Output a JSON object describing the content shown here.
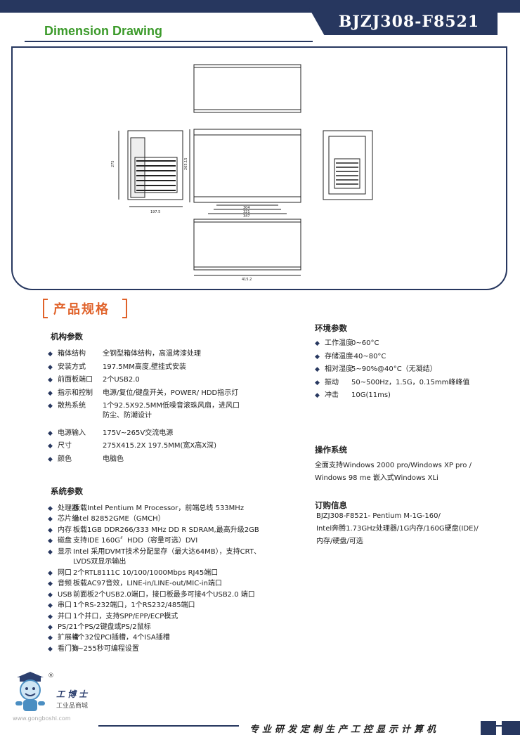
{
  "header": {
    "model": "BJZJ308-F8521",
    "section_title": "Dimension Drawing"
  },
  "drawing": {
    "dims": {
      "height_275": "275",
      "height_265": "265.15",
      "width_197": "197.5",
      "w_304": "304",
      "w_321": "321",
      "w_347": "347",
      "len_415": "415.2"
    }
  },
  "spec": {
    "title": "产品规格",
    "mech": {
      "heading": "机构参数",
      "items": [
        {
          "k": "箱体结构",
          "v": "全钢型箱体结构，高温烤漆处理"
        },
        {
          "k": "安装方式",
          "v": "197.5MM高度,壁挂式安装"
        },
        {
          "k": "前面板端口",
          "v": "2个USB2.0"
        },
        {
          "k": "指示和控制",
          "v": "电源/复位/键盘开关，POWER/ HDD指示灯"
        },
        {
          "k": "散热系统",
          "v": "1个92.5X92.5MM低噪音滚珠风扇，进风口",
          "v2": "防尘、防潮设计"
        },
        {
          "k": "电源输入",
          "v": "175V~265V交流电源"
        },
        {
          "k": "尺寸",
          "v": "275X415.2X 197.5MM(宽X高X深)"
        },
        {
          "k": "颜色",
          "v": "电脑色"
        }
      ]
    },
    "sys": {
      "heading": "系统参数",
      "items": [
        {
          "k": "处理器",
          "v": "板载Intel Pentium M Processor，前端总线 533MHz"
        },
        {
          "k": "芯片组",
          "v": "Intel 82852GME（GMCH）"
        },
        {
          "k": "内存",
          "v": "板载1GB DDR266/333 MHz DD R SDRAM,最高升级2GB"
        },
        {
          "k": "磁盘",
          "v": "支持IDE 160G〞HDD（容量可选）DVI"
        },
        {
          "k": "显示",
          "v": "Intel 采用DVMT技术分配显存（最大达64MB），支持CRT、",
          "v2": "LVDS双显示输出"
        },
        {
          "k": "网口",
          "v": "2个RTL8111C 10/100/1000Mbps RJ45端口"
        },
        {
          "k": "音频",
          "v": "板载AC97音效，LINE-in/LINE-out/MIC-in端口"
        },
        {
          "k": "USB",
          "v": "前面板2个USB2.0端口，接口板最多可接4个USB2.0 端口"
        },
        {
          "k": "串口",
          "v": "1个RS-232端口，1个RS232/485端口"
        },
        {
          "k": "并口",
          "v": "1个并口，支持SPP/EPP/ECP模式"
        },
        {
          "k": "PS/2",
          "v": "1个PS/2键盘或PS/2鼠标"
        },
        {
          "k": "扩展槽",
          "v": "4个32位PCI插槽，4个ISA插槽"
        },
        {
          "k": "看门狗",
          "v": "0~255秒可编程设置"
        }
      ]
    },
    "env": {
      "heading": "环境参数",
      "items": [
        {
          "k": "工作温度",
          "v": "0~60°C"
        },
        {
          "k": "存储温度",
          "v": "-40~80°C"
        },
        {
          "k": "相对湿度",
          "v": "5~90%@40°C（无凝结）"
        },
        {
          "k": "振动",
          "v": "50~500Hz，1.5G，0.15mm峰峰值"
        },
        {
          "k": "冲击",
          "v": "10G(11ms)"
        }
      ]
    },
    "os": {
      "heading": "操作系统",
      "lines": [
        "全面支持Windows 2000 pro/Windows XP pro /",
        "Windows 98 me 嵌入式Windows XLi"
      ]
    },
    "order": {
      "heading": "订购信息",
      "lines": [
        "BJZJ308-F8521- Pentium M-1G-160/",
        "Intel奔腾1.73GHz处理器/1G内存/160G硬盘(IDE)/",
        "内存/硬盘/可选"
      ]
    }
  },
  "footer": {
    "slogan": "专业研发定制生产工控显示计算机",
    "logo_name": "工博士",
    "logo_sub": "工业品商城",
    "logo_url": "www.gongboshi.com",
    "logo_reg": "®"
  }
}
